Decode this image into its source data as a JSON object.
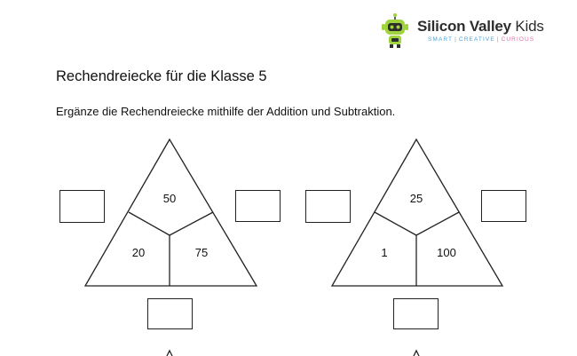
{
  "header": {
    "brand_part1": "Silicon Valley",
    "brand_part2": "Kids",
    "tagline_1": "SMART",
    "tagline_2": "CREATIVE",
    "tagline_3": "CURIOUS",
    "tagline_sep": "|",
    "colors": {
      "brand": "#2d2d2d",
      "tag_blue": "#4aa3d8",
      "tag_pink": "#e36aa4",
      "robot": "#9fd43c"
    }
  },
  "worksheet": {
    "title": "Rechendreiecke für die Klasse 5",
    "instruction": "Ergänze die Rechendreiecke mithilfe der Addition und Subtraktion."
  },
  "triangles": [
    {
      "top": "50",
      "left": "20",
      "right": "75"
    },
    {
      "top": "25",
      "left": "1",
      "right": "100"
    }
  ]
}
